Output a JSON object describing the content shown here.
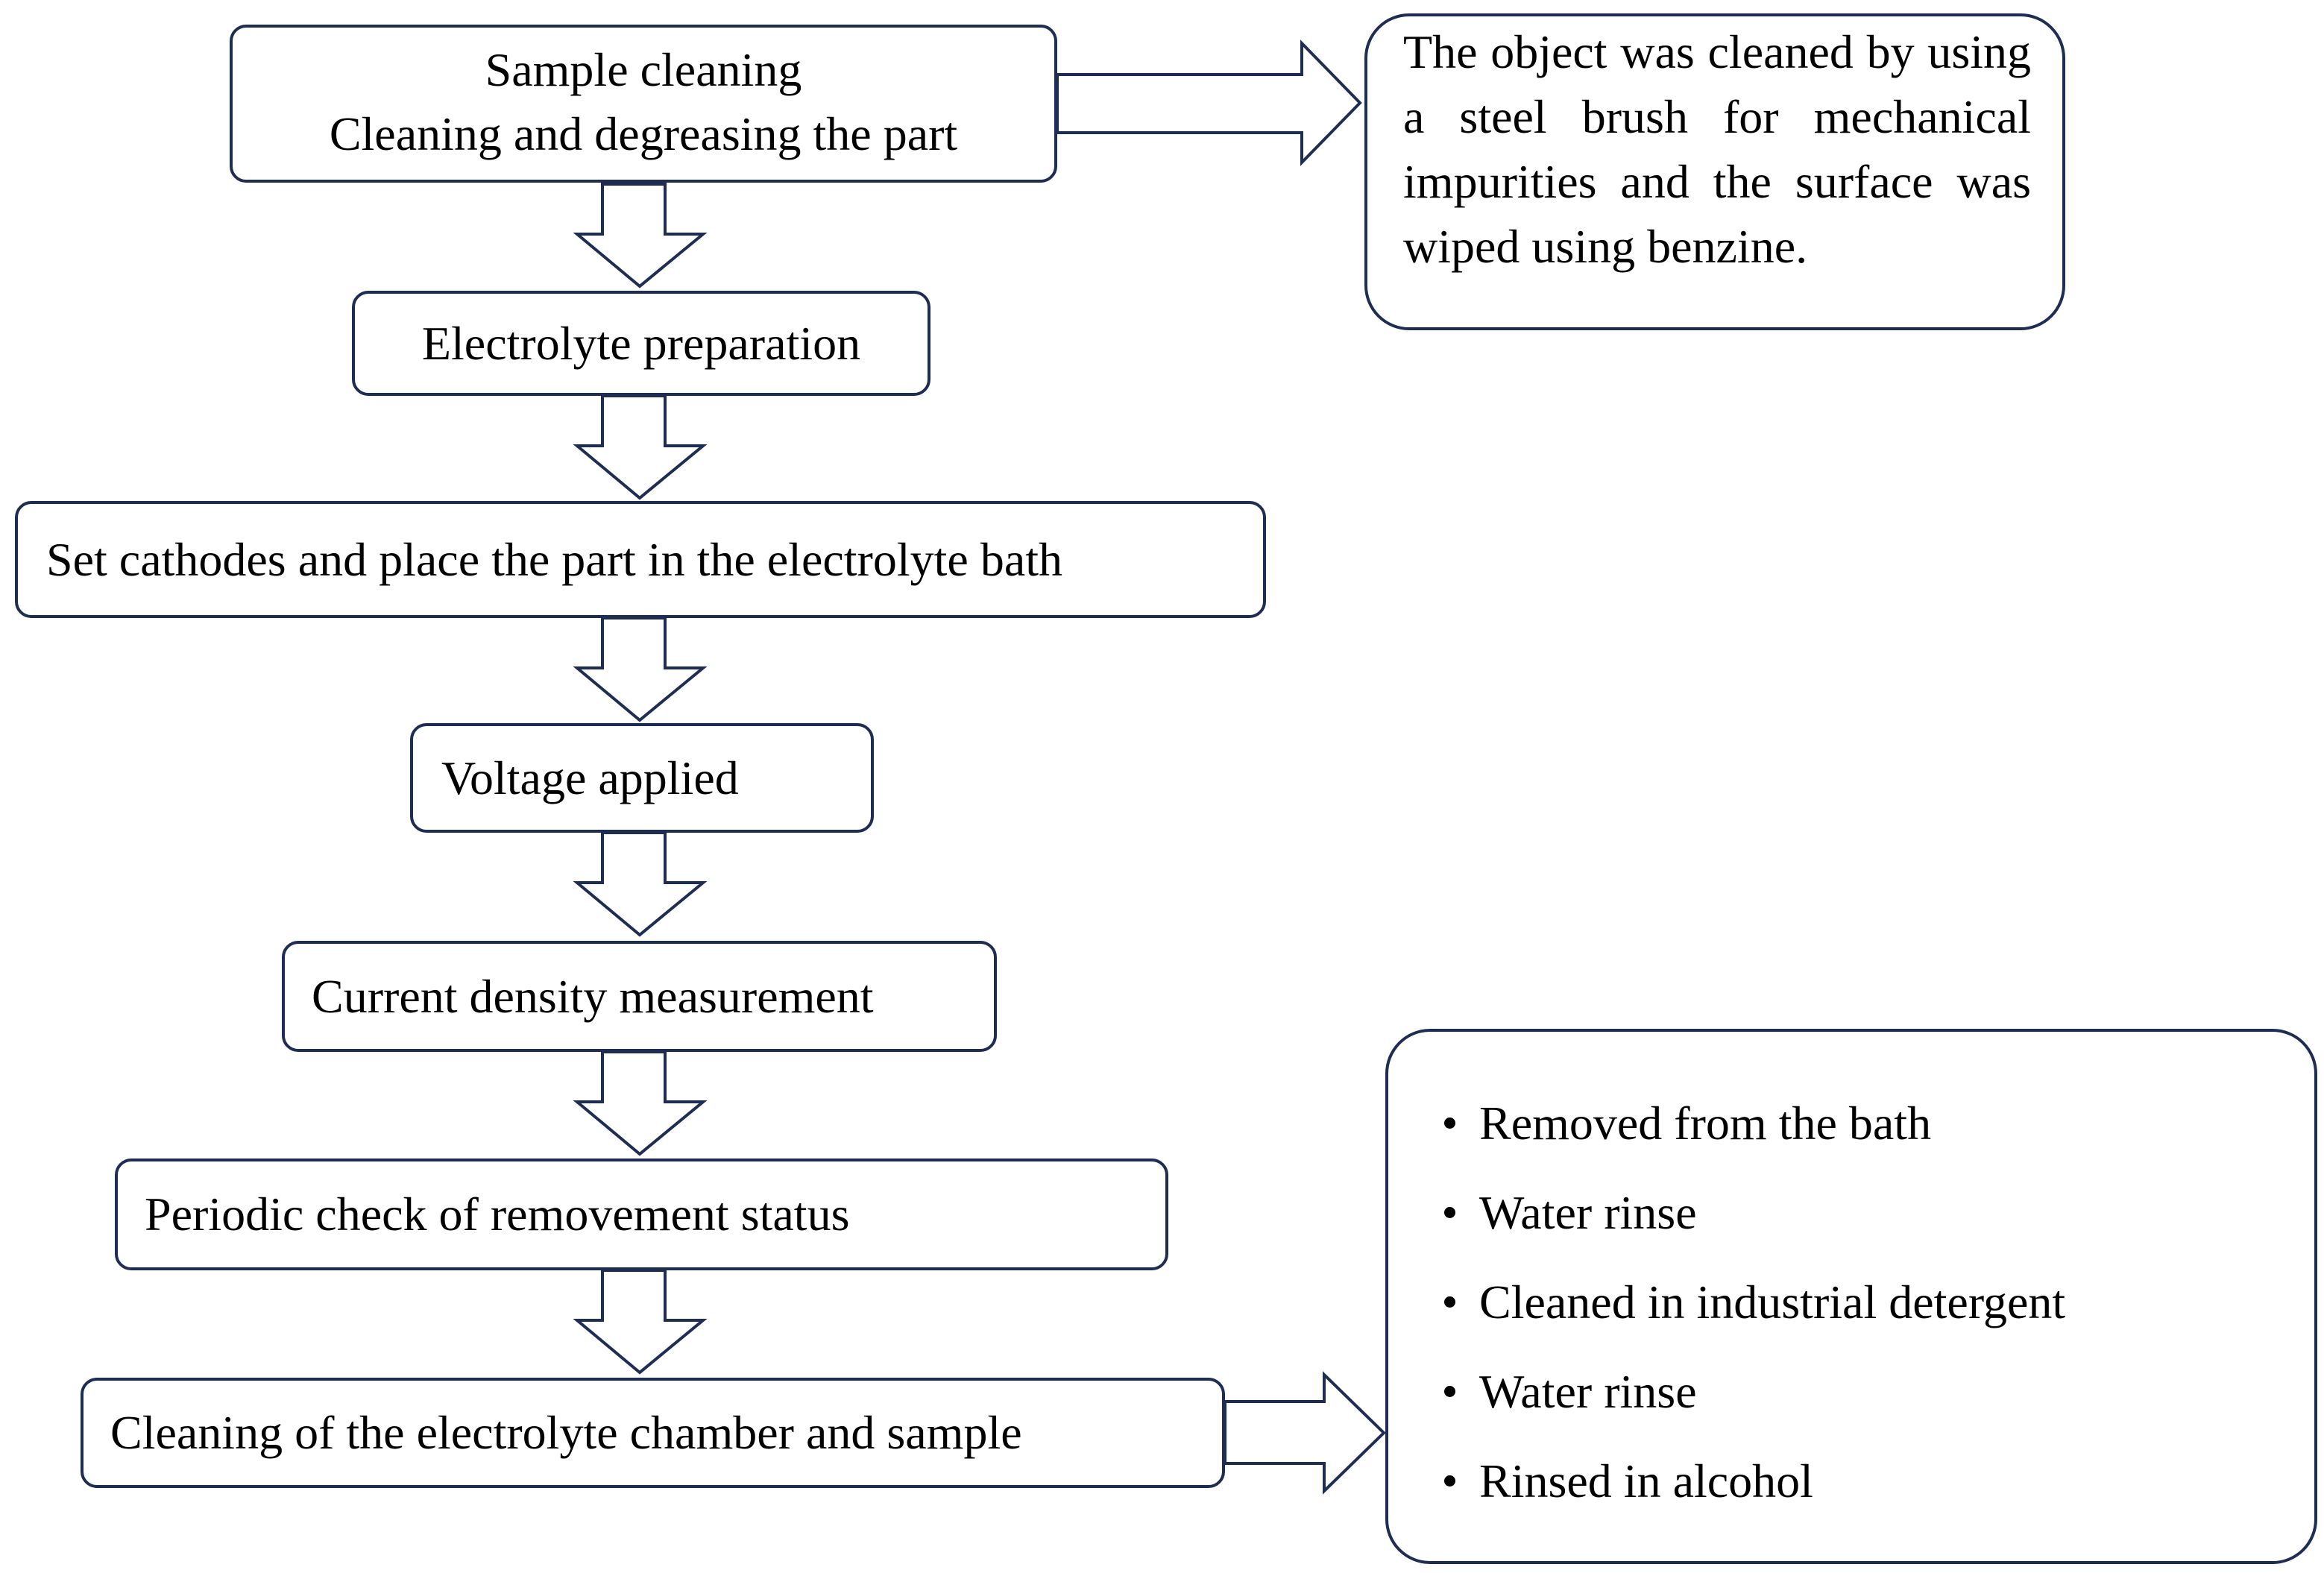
{
  "steps": {
    "sample_cleaning_line1": "Sample cleaning",
    "sample_cleaning_line2": "Cleaning and degreasing the part",
    "electrolyte_preparation": "Electrolyte preparation",
    "set_cathodes": "Set cathodes and place the part in the electrolyte bath",
    "voltage_applied": "Voltage applied",
    "current_density": "Current density measurement",
    "periodic_check": "Periodic check of removement status",
    "final_cleaning": "Cleaning of the electrolyte chamber and sample"
  },
  "notes": {
    "cleaning_note": "The object was cleaned by using a steel brush for mechanical impurities and the surface was wiped using benzine.",
    "final_steps": [
      "Removed from the bath",
      "Water rinse",
      "Cleaned in industrial detergent",
      "Water rinse",
      "Rinsed in alcohol"
    ]
  },
  "colors": {
    "border": "#1f2d52",
    "arrow_stroke": "#1f2d52",
    "text": "#000000",
    "background": "#ffffff"
  }
}
